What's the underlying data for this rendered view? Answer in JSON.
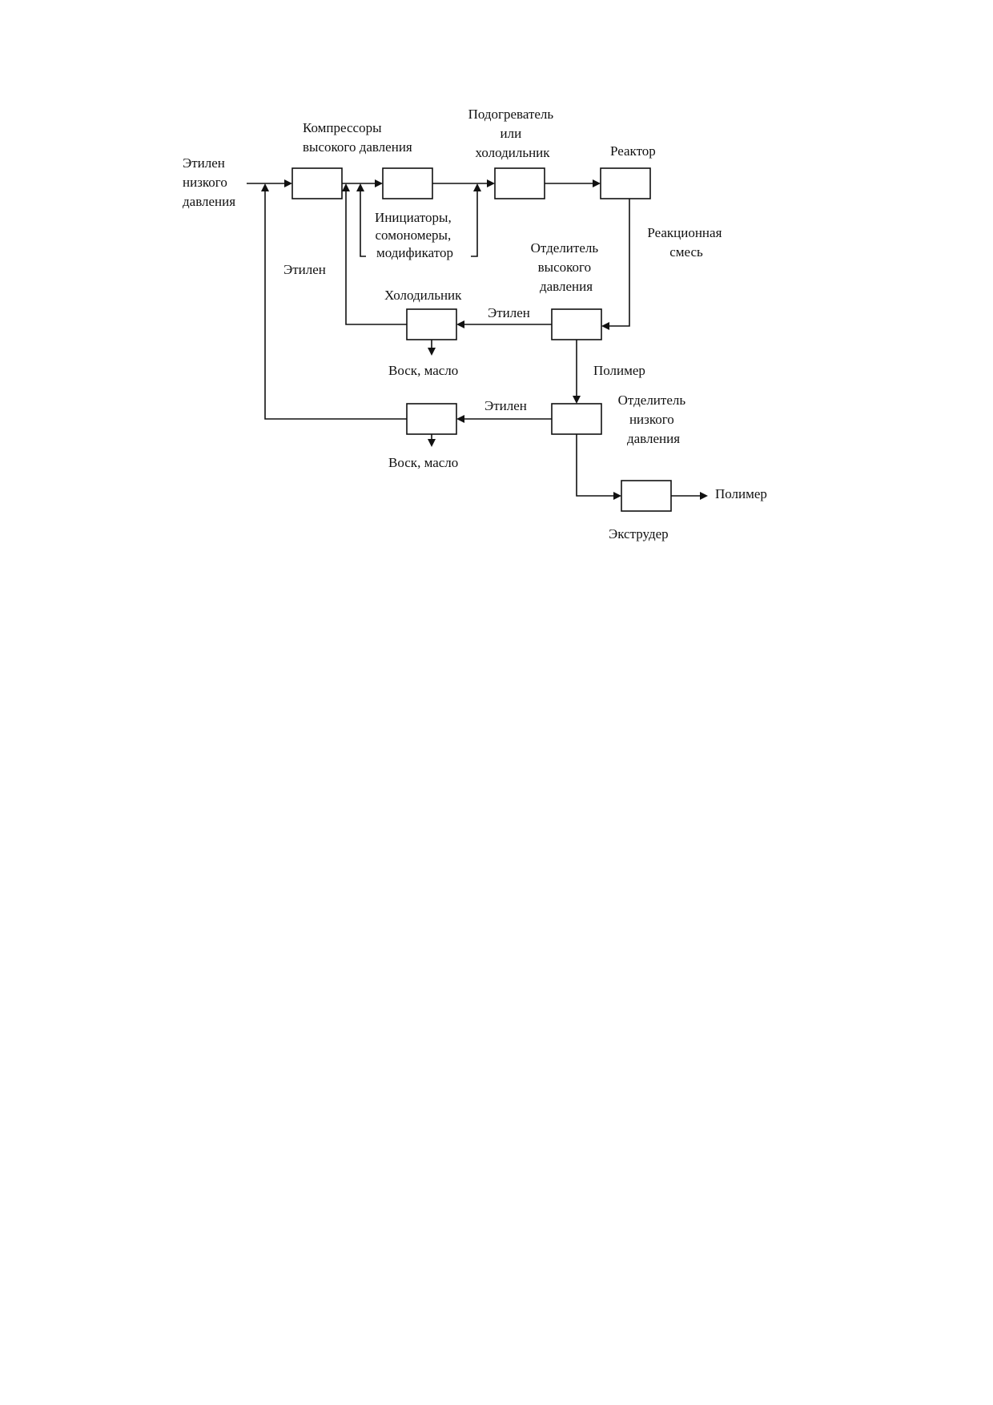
{
  "labels": {
    "ethylene_low_pressure": [
      "Этилен",
      "низкого",
      "давления"
    ],
    "compressors": [
      "Компрессоры",
      "высокого давления"
    ],
    "heater_cooler": [
      "Подогреватель",
      "или",
      "холодильник"
    ],
    "reactor": "Реактор",
    "initiators": [
      "Инициаторы,",
      "сомономеры,",
      "модификатор"
    ],
    "reaction_mixture": [
      "Реакционная",
      "смесь"
    ],
    "ethylene_return": "Этилен",
    "hp_separator": [
      "Отделитель",
      "высокого",
      "давления"
    ],
    "cooler": "Холодильник",
    "ethylene_hp": "Этилен",
    "wax_oil_1": "Воск, масло",
    "polymer_mid": "Полимер",
    "ethylene_lp": "Этилен",
    "lp_separator": [
      "Отделитель",
      "низкого",
      "давления"
    ],
    "wax_oil_2": "Воск, масло",
    "polymer_out": "Полимер",
    "extruder": "Экструдер"
  }
}
